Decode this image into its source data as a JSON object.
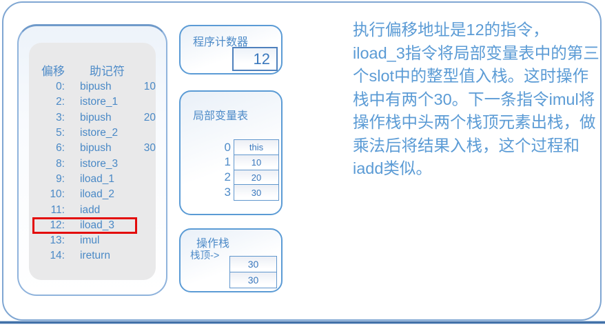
{
  "bytecode_panel": {
    "header": {
      "offset": "偏移",
      "mnemonic": "助记符"
    },
    "rows": [
      {
        "offset": "0:",
        "mnemonic": "bipush",
        "operand": "10",
        "highlighted": false
      },
      {
        "offset": "2:",
        "mnemonic": "istore_1",
        "operand": "",
        "highlighted": false
      },
      {
        "offset": "3:",
        "mnemonic": "bipush",
        "operand": "20",
        "highlighted": false
      },
      {
        "offset": "5:",
        "mnemonic": "istore_2",
        "operand": "",
        "highlighted": false
      },
      {
        "offset": "6:",
        "mnemonic": "bipush",
        "operand": "30",
        "highlighted": false
      },
      {
        "offset": "8:",
        "mnemonic": "istore_3",
        "operand": "",
        "highlighted": false
      },
      {
        "offset": "9:",
        "mnemonic": "iload_1",
        "operand": "",
        "highlighted": false
      },
      {
        "offset": "10:",
        "mnemonic": "iload_2",
        "operand": "",
        "highlighted": false
      },
      {
        "offset": "11:",
        "mnemonic": "iadd",
        "operand": "",
        "highlighted": false
      },
      {
        "offset": "12:",
        "mnemonic": "iload_3",
        "operand": "",
        "highlighted": true
      },
      {
        "offset": "13:",
        "mnemonic": "imul",
        "operand": "",
        "highlighted": false
      },
      {
        "offset": "14:",
        "mnemonic": "ireturn",
        "operand": "",
        "highlighted": false
      }
    ]
  },
  "program_counter": {
    "title": "程序计数器",
    "value": "12"
  },
  "local_variable_table": {
    "title": "局部变量表",
    "slots": [
      {
        "index": "0",
        "value": "this"
      },
      {
        "index": "1",
        "value": "10"
      },
      {
        "index": "2",
        "value": "20"
      },
      {
        "index": "3",
        "value": "30"
      }
    ]
  },
  "operand_stack": {
    "title": "操作栈",
    "top_label": "栈顶->",
    "cells": [
      "30",
      "30"
    ]
  },
  "description": "执行偏移地址是12的指令，iload_3指令将局部变量表中的第三个slot中的整型值入栈。这时操作栈中有两个30。下一条指令imul将操作栈中头两个栈顶元素出栈，做乘法后将结果入栈，这个过程和iadd类似。",
  "colors": {
    "accent_blue": "#5b9bd5",
    "text_blue": "#4e8bc8",
    "value_blue": "#3a78bd",
    "highlight_red": "#e30b0b",
    "panel_gray": "#e9e9ea",
    "bottom_line_blue": "#4271a8",
    "slide_border_blue": "#7fa6d2"
  }
}
